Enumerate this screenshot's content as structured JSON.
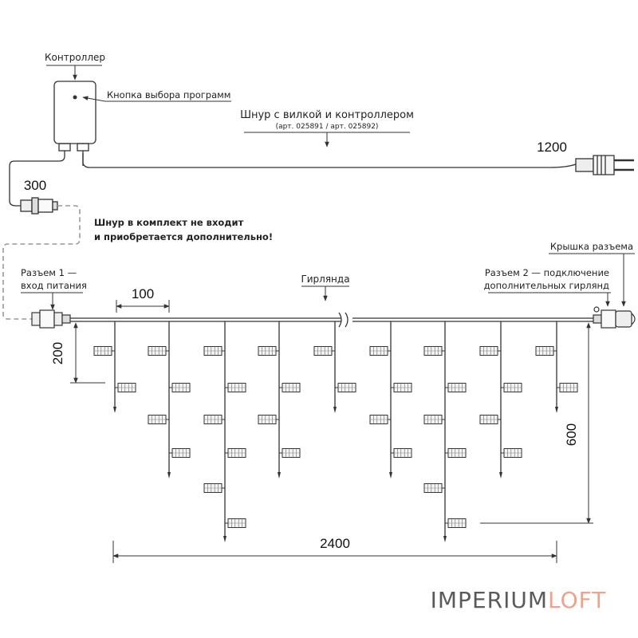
{
  "labels": {
    "controller": "Контроллер",
    "button": "Кнопка выбора программ",
    "cord_title": "Шнур с вилкой и контроллером",
    "cord_articles": "(арт. 025891 / арт. 025892)",
    "not_included_1": "Шнур в комплект не входит",
    "not_included_2": "и приобретается дополнительно!",
    "connector1_1": "Разъем 1 —",
    "connector1_2": "вход питания",
    "garland": "Гирлянда",
    "connector2_1": "Разъем 2 — подключение",
    "connector2_2": "дополнительных гирлянд",
    "connector_cap": "Крышка разъема"
  },
  "dimensions": {
    "cord_length": "1200",
    "controller_lead": "300",
    "strand_spacing": "100",
    "first_bulb_drop": "200",
    "max_drop": "600",
    "total_length": "2400"
  },
  "brand": {
    "part1": "IMPERIUM",
    "part2": "LOFT",
    "color1": "#5a5a5a",
    "color2": "#e8a48c"
  },
  "colors": {
    "line": "#333333",
    "dashed": "#999999",
    "bulb_fill": "#f4f4f4"
  }
}
